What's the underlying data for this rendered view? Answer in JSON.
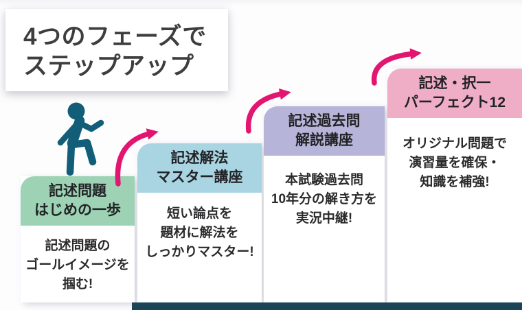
{
  "title": {
    "lines": [
      "4つのフェーズで",
      "ステップアップ"
    ]
  },
  "steps": [
    {
      "header_lines": [
        "記述問題",
        "はじめの一歩"
      ],
      "body_lines": [
        "記述問題の",
        "ゴールイメージを",
        "掴む!"
      ],
      "header_color": "#9dd3b4"
    },
    {
      "header_lines": [
        "記述解法",
        "マスター講座"
      ],
      "body_lines": [
        "短い論点を",
        "題材に解法を",
        "しっかりマスター!"
      ],
      "header_color": "#a9d5e3"
    },
    {
      "header_lines": [
        "記述過去問",
        "解説講座"
      ],
      "body_lines": [
        "本試験過去問",
        "10年分の解き方を",
        "実況中継!"
      ],
      "header_color": "#b6b4d9"
    },
    {
      "header_lines": [
        "記述・択一",
        "パーフェクト12"
      ],
      "body_lines": [
        "オリジナル問題で",
        "演習量を確保・",
        "知識を補強!"
      ],
      "header_color": "#efaec6"
    }
  ],
  "icons": {
    "person": "climbing-person-icon",
    "arrow": "curved-up-arrow-icon"
  },
  "colors": {
    "arrow": "#e21570",
    "person": "#125d77",
    "baseline_bar": "#1d4456",
    "title_text": "#3e3e40",
    "body_text": "#2b2b2d"
  }
}
